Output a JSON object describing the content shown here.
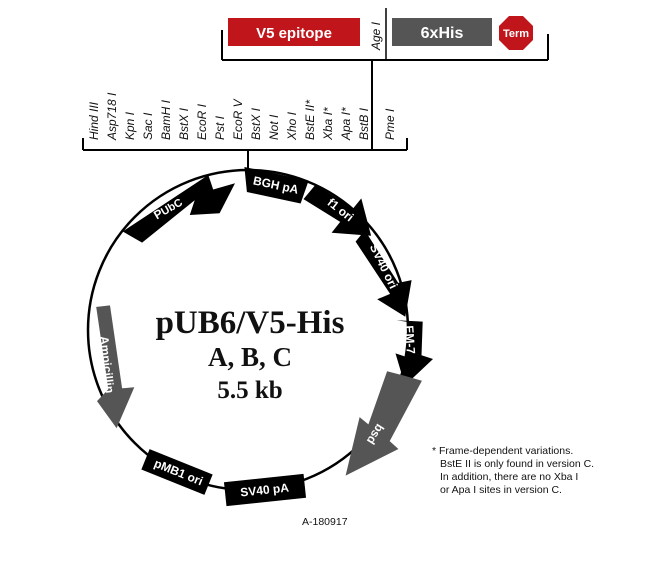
{
  "plasmid": {
    "name": "pUB6/V5-His",
    "versions": "A, B, C",
    "size": "5.5 kb"
  },
  "top_features": {
    "v5_epitope": "V5 epitope",
    "age_site": "Age I",
    "his_tag": "6xHis",
    "term": "Term"
  },
  "mcs_sites": [
    "Hind III",
    "Asp718 I",
    "Kpn I",
    "Sac I",
    "BamH I",
    "BstX I",
    "EcoR I",
    "Pst I",
    "EcoR V",
    "BstX I",
    "Not I",
    "Xho I",
    "BstE II*",
    "Xba I*",
    "Apa I*",
    "BstB I",
    "Pme I"
  ],
  "features": {
    "pubc_p": "P",
    "pubc_sub": "UbC",
    "bgh_pa": "BGH pA",
    "f1_ori": "f1 ori",
    "sv40_ori": "SV40 ori",
    "em7": "EM-7",
    "bsd": "bsd",
    "sv40_pa": "SV40 pA",
    "pmb1_ori": "pMB1 ori",
    "ampicillin": "Ampicillin"
  },
  "footnote": [
    "* Frame-dependent variations.",
    "BstE II is only found in version C.",
    "In addition, there are no Xba I",
    "or Apa I sites in version C."
  ],
  "figure_id": "A-180917",
  "colors": {
    "v5_box": "#c0151b",
    "his_box": "#555555",
    "term_sign": "#c0151b",
    "black_feature": "#000000",
    "grey_feature": "#555555"
  }
}
